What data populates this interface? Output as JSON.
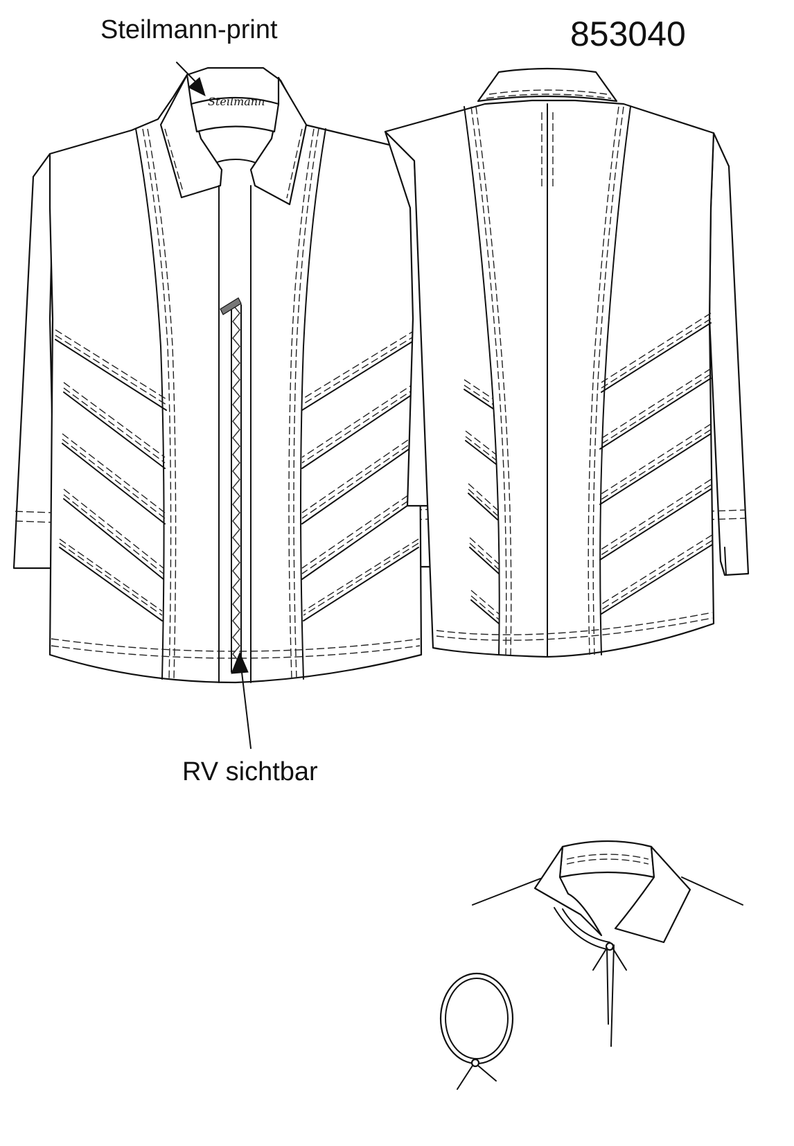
{
  "labels": {
    "print_callout": "Steilmann-print",
    "style_number": "853040",
    "zipper_callout": "RV sichtbar",
    "neck_label_logo": "Steilmann"
  },
  "colors": {
    "line": "#111111",
    "background": "#ffffff",
    "zipper_tab": "#777777"
  }
}
